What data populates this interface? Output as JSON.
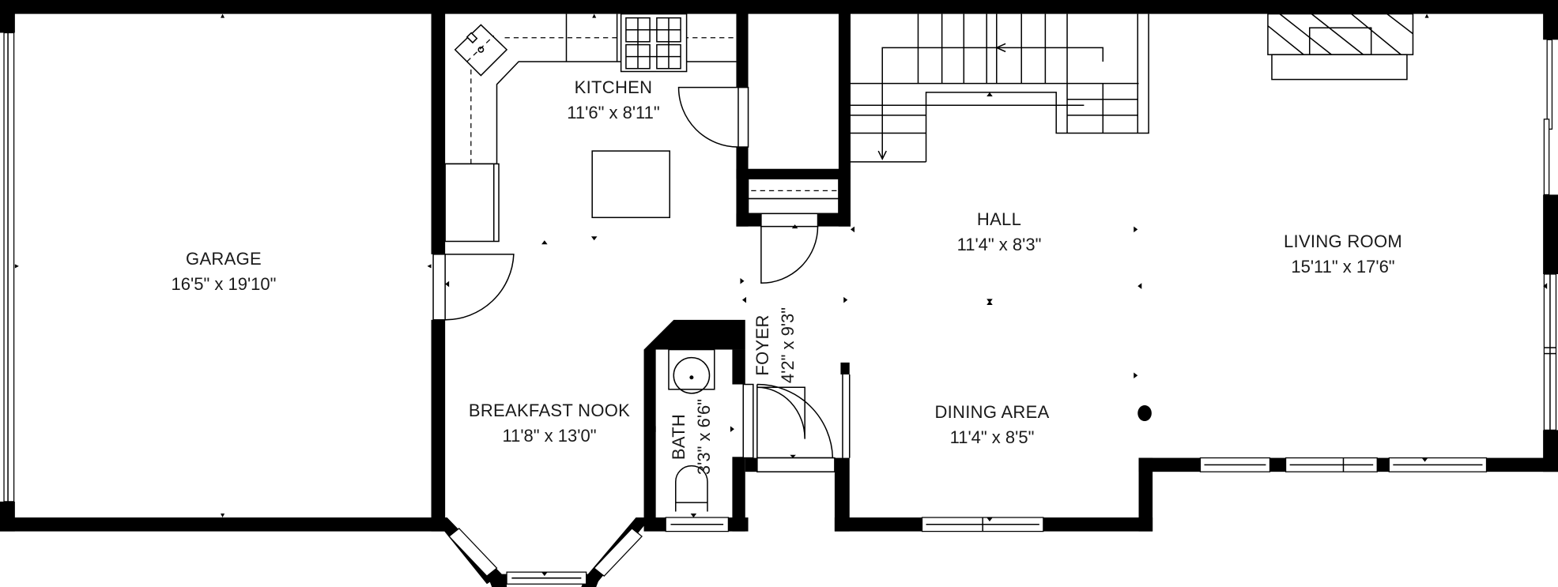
{
  "floorplan": {
    "colors": {
      "wall": "#000000",
      "background": "#ffffff",
      "text": "#1a1a1a"
    },
    "rooms": [
      {
        "id": "garage",
        "name": "GARAGE",
        "dims": "16'5\" x 19'10\""
      },
      {
        "id": "kitchen",
        "name": "KITCHEN",
        "dims": "11'6\" x 8'11\""
      },
      {
        "id": "hall",
        "name": "HALL",
        "dims": "11'4\" x 8'3\""
      },
      {
        "id": "living_room",
        "name": "LIVING ROOM",
        "dims": "15'11\" x 17'6\""
      },
      {
        "id": "foyer",
        "name": "FOYER",
        "dims": "4'2\" x 9'3\""
      },
      {
        "id": "breakfast_nook",
        "name": "BREAKFAST NOOK",
        "dims": "11'8\" x 13'0\""
      },
      {
        "id": "bath",
        "name": "BATH",
        "dims": "3'3\" x 6'6\""
      },
      {
        "id": "dining_area",
        "name": "DINING AREA",
        "dims": "11'4\" x 8'5\""
      }
    ],
    "fixtures": [
      "stove-icon",
      "sink-icon",
      "kitchen-island",
      "staircase",
      "fireplace",
      "toilet-icon",
      "bath-sink-icon",
      "column"
    ]
  }
}
